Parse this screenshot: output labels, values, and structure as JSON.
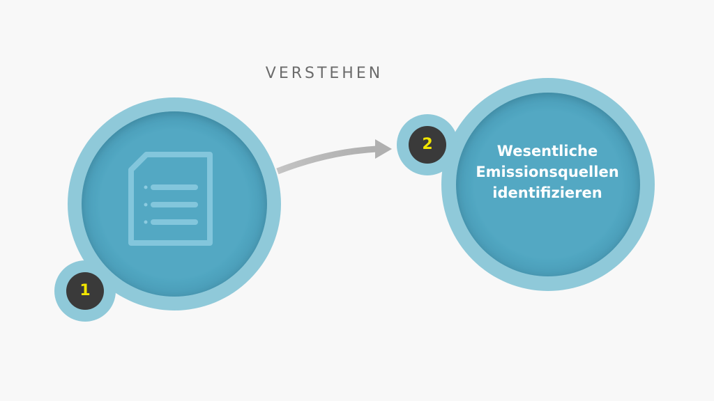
{
  "heading": "VERSTEHEN",
  "steps": [
    {
      "number": "1",
      "icon": "document-list-icon"
    },
    {
      "number": "2",
      "lines": [
        "Wesentliche",
        "Emissionsquellen",
        "identifizieren"
      ]
    }
  ],
  "colors": {
    "ring": "#8fc9d9",
    "disc": "#52a8c3",
    "badge": "#3a3a3a",
    "badge_text": "#f2e600",
    "arrow": "#a9a9a9",
    "heading": "#6b6b6b"
  }
}
